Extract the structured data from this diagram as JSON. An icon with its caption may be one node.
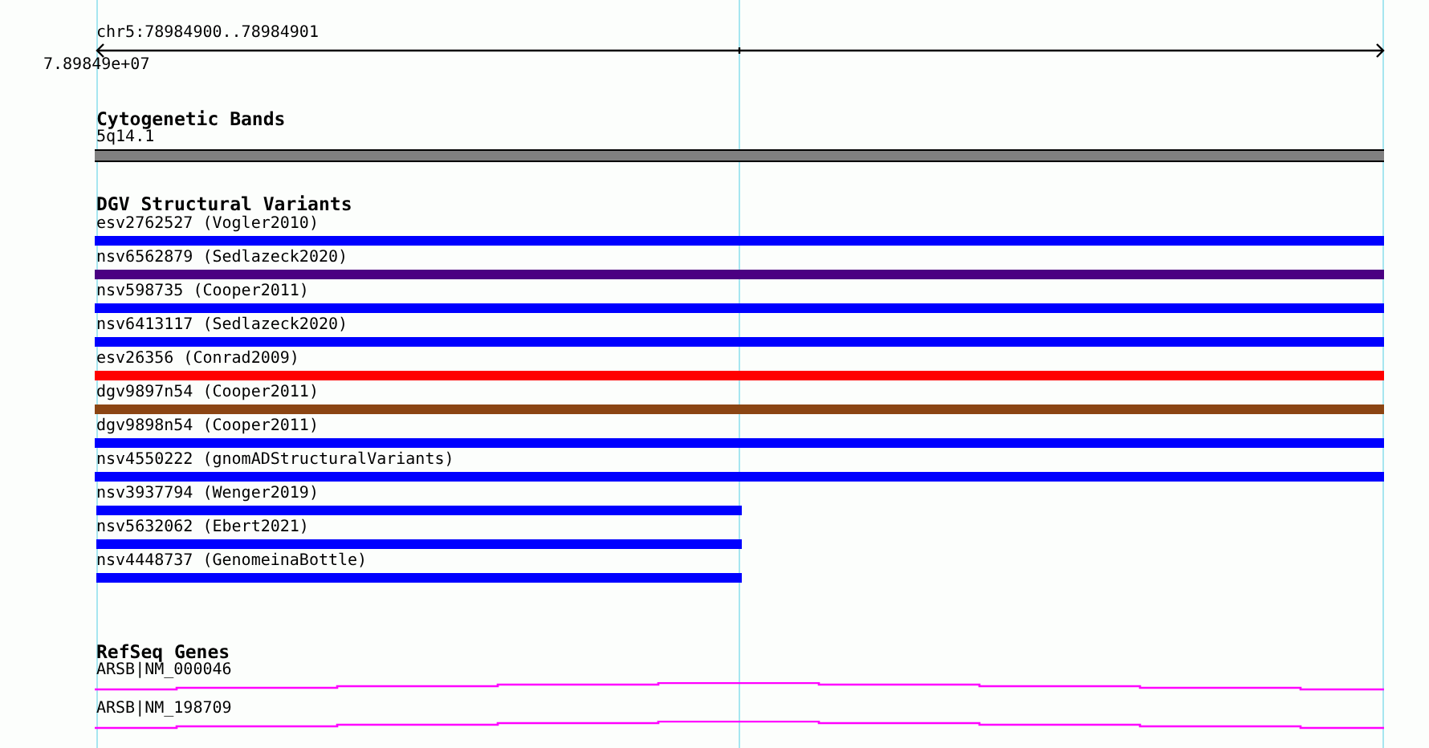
{
  "diagram": {
    "nodes": [
      {
        "text": [
          "5q14.1"
        ]
      },
      {
        "text": [
          "esv2762527 (Vogler2010)"
        ]
      },
      {
        "text": [
          "nsv6562879 (Sedlazeck2020)"
        ]
      },
      {
        "text": [
          "nsv598735 (Cooper2011)"
        ]
      },
      {
        "text": [
          "nsv6413117 (Sedlazeck2020)"
        ]
      },
      {
        "text": [
          "esv26356 (Conrad2009)"
        ]
      },
      {
        "text": [
          "dgv9897n54 (Cooper2011)"
        ]
      },
      {
        "text": [
          "dgv9898n54 (Cooper2011)"
        ]
      },
      {
        "text": [
          "nsv4550222 (gnomADStructuralVariants)"
        ]
      },
      {
        "text": [
          "nsv3937794 (Wenger2019)"
        ]
      },
      {
        "text": [
          "nsv5632062 (Ebert2021)"
        ]
      },
      {
        "text": [
          "nsv4448737 (GenomeinaBottle)"
        ]
      },
      {
        "text": [
          "ARSB|NM_000046"
        ]
      },
      {
        "text": [
          "ARSB|NM_198709"
        ]
      }
    ],
    "labels": [
      "chr5:78984900..78984901",
      "7.89849e+07",
      "Cytogenetic Bands",
      "DGV Structural Variants",
      "RefSeq Genes"
    ]
  }
}
